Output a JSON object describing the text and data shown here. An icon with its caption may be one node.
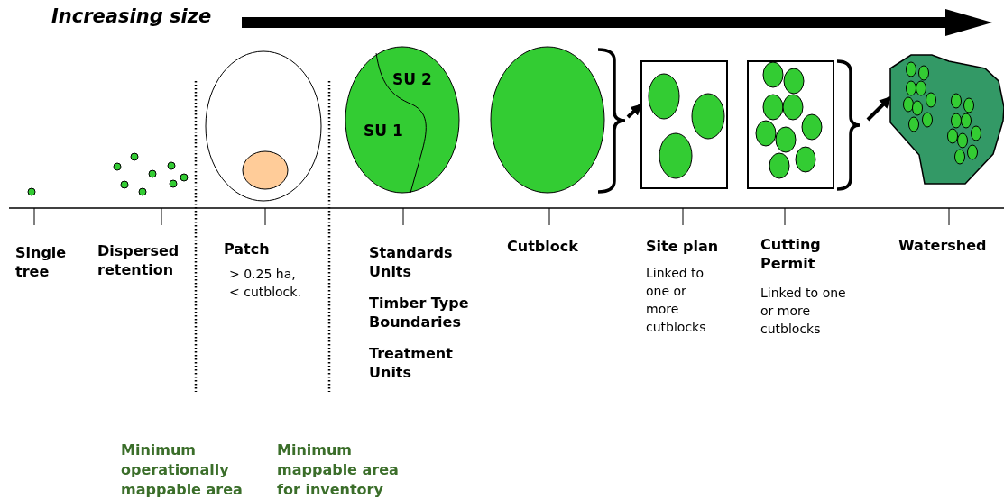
{
  "diagram": {
    "nodes": [
      {
        "text": [
          "SU 2",
          "SU 1"
        ]
      },
      {
        "text": [],
        "shape": "circle"
      },
      {
        "text": [],
        "shape": "box"
      },
      {
        "text": [],
        "shape": "box"
      },
      {
        "text": [],
        "shape": "polygon"
      }
    ],
    "edges": [
      {
        "from": 1,
        "to": 2,
        "arrow": "to"
      },
      {
        "from": 3,
        "to": 4,
        "arrow": "to"
      }
    ],
    "labels": [
      "Increasing size",
      "Single tree",
      "Dispersed retention",
      "Patch",
      "> 0.25 ha, < cutblock.",
      "Standards Units",
      "Timber Type Boundaries",
      "Treatment Units",
      "Cutblock",
      "Site plan",
      "Linked to one or more cutblocks",
      "Cutting Permit",
      "Linked to one or more cutblocks",
      "Watershed",
      "Minimum operationally mappable area",
      "Minimum mappable area for inventory"
    ]
  }
}
